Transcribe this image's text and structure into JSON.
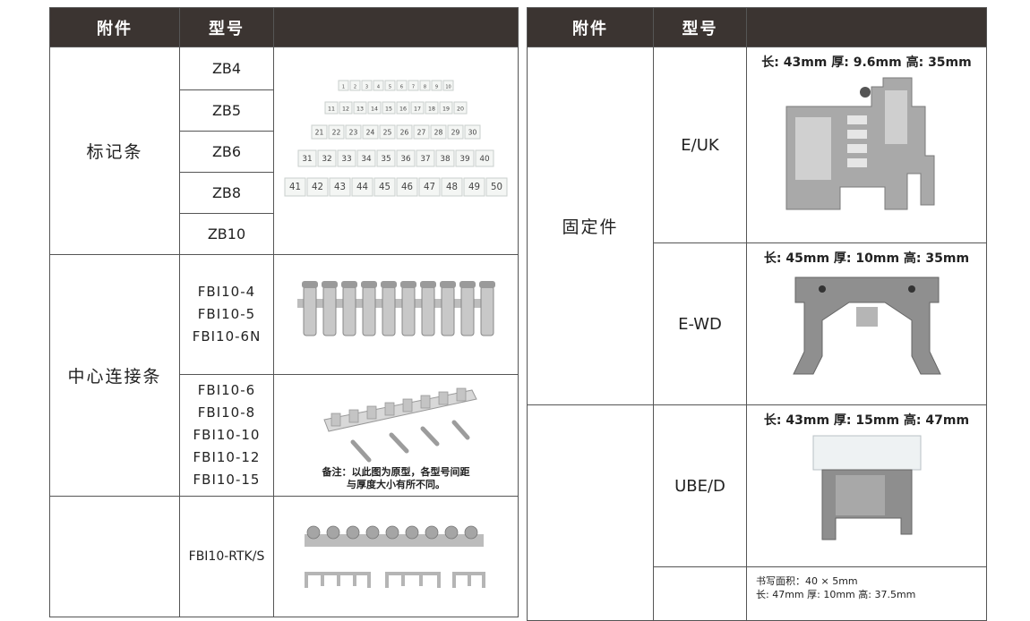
{
  "left": {
    "headers": [
      "附件",
      "型号",
      ""
    ],
    "marker": {
      "accessory": "标记条",
      "models": [
        "ZB4",
        "ZB5",
        "ZB6",
        "ZB8",
        "ZB10"
      ],
      "tag_rows": [
        [
          "1",
          "2",
          "3",
          "4",
          "5",
          "6",
          "7",
          "8",
          "9",
          "10"
        ],
        [
          "11",
          "12",
          "13",
          "14",
          "15",
          "16",
          "17",
          "18",
          "19",
          "20"
        ],
        [
          "21",
          "22",
          "23",
          "24",
          "25",
          "26",
          "27",
          "28",
          "29",
          "30"
        ],
        [
          "31",
          "32",
          "33",
          "34",
          "35",
          "36",
          "37",
          "38",
          "39",
          "40"
        ],
        [
          "41",
          "42",
          "43",
          "44",
          "45",
          "46",
          "47",
          "48",
          "49",
          "50"
        ]
      ]
    },
    "connector": {
      "accessory": "中心连接条",
      "group1": [
        "FBI10-4",
        "FBI10-5",
        "FBI10-6N"
      ],
      "group2": [
        "FBI10-6",
        "FBI10-8",
        "FBI10-10",
        "FBI10-12",
        "FBI10-15"
      ],
      "note_line1": "备注：以此图为原型，各型号间距",
      "note_line2": "与厚度大小有所不同。"
    },
    "rtk": {
      "model": "FBI10-RTK/S"
    }
  },
  "right": {
    "headers": [
      "附件",
      "型号",
      ""
    ],
    "fixing": {
      "accessory": "固定件",
      "items": [
        {
          "model": "E/UK",
          "dims": "长: 43mm 厚: 9.6mm 高: 35mm"
        },
        {
          "model": "E-WD",
          "dims": "长: 45mm 厚: 10mm 高: 35mm"
        }
      ]
    },
    "ube": {
      "model": "UBE/D",
      "dims": "长: 43mm 厚: 15mm 高: 47mm"
    },
    "last": {
      "line1": "书写面积：40 × 5mm",
      "line2": "长: 47mm 厚: 10mm 高: 37.5mm"
    }
  },
  "colors": {
    "header_bg": "#3b3431",
    "part_grey": "#a9a9a9",
    "tag_white": "#f4f6f4"
  }
}
